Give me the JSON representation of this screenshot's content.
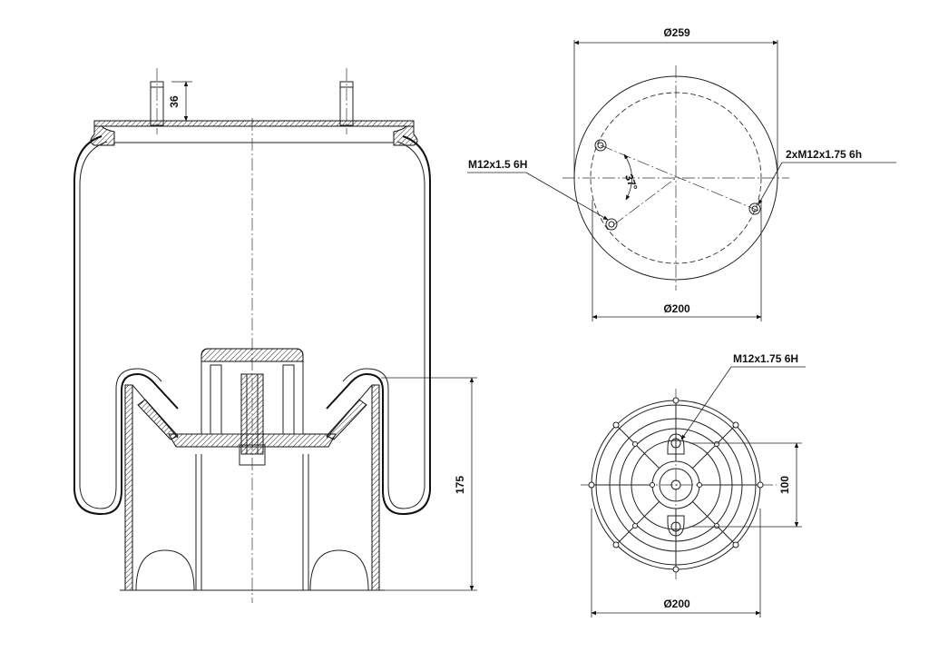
{
  "side_view": {
    "stud_height": "36",
    "piston_height": "175"
  },
  "top_view": {
    "outer_diameter": "Ø259",
    "inner_diameter": "Ø200",
    "left_thread": "M12x1.5 6H",
    "right_thread": "2xM12x1.75 6h",
    "angle": "37°"
  },
  "bottom_view": {
    "thread": "M12x1.75 6H",
    "hole_spacing": "100",
    "diameter": "Ø200"
  }
}
